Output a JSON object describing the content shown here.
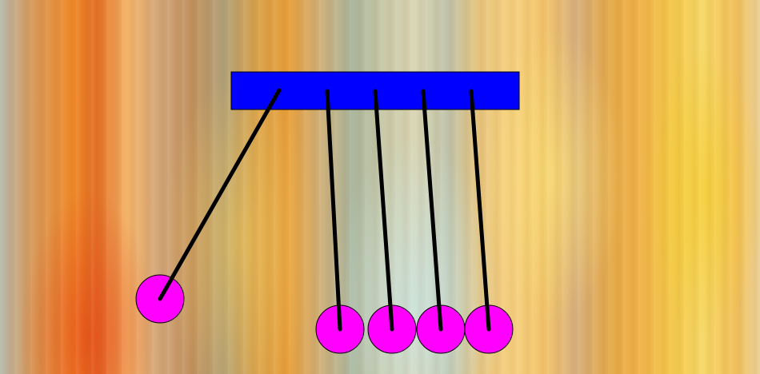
{
  "scene": {
    "description_free": true,
    "colors": {
      "frame_bar": "#0000ff",
      "frame_outline": "#000000",
      "string": "#000000",
      "ball": "#ff00ff",
      "ball_outline": "#000000"
    },
    "balls": [
      {
        "id": "ball-1",
        "state": "raised"
      },
      {
        "id": "ball-2",
        "state": "resting"
      },
      {
        "id": "ball-3",
        "state": "resting"
      },
      {
        "id": "ball-4",
        "state": "resting"
      },
      {
        "id": "ball-5",
        "state": "resting"
      }
    ]
  }
}
